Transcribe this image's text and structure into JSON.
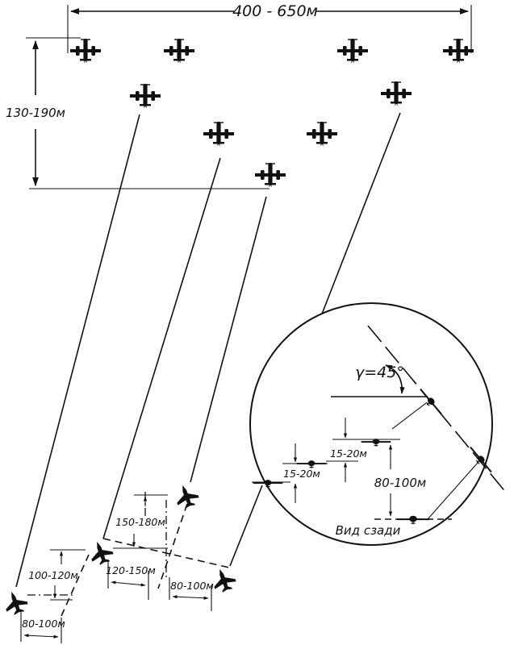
{
  "labels": {
    "top_width": "400 - 650м",
    "depth": "130-190м",
    "gap_a": "100-120м",
    "gap_b": "80-100м",
    "gap_c": "150-180м",
    "gap_d": "120-150м",
    "gap_e": "80-100м",
    "angle": "γ=45°",
    "vert_a": "15-20м",
    "vert_b": "15-20м",
    "vert_c": "80-100м",
    "rear_view": "Вид сзади"
  }
}
